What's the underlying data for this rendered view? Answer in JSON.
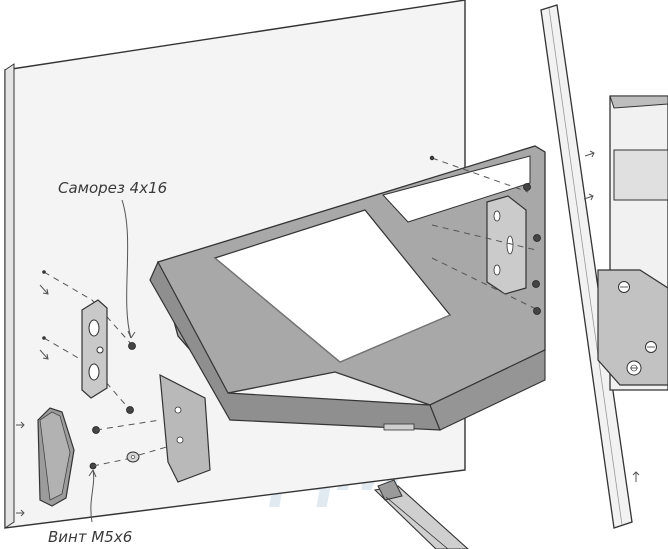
{
  "labels": {
    "screw_label": "Саморез 4х16",
    "bolt_label": "Винт М5х6"
  },
  "watermark": {
    "text": "MДM",
    "color": "#c9d9e6"
  },
  "colors": {
    "panel": "#f3f3f3",
    "frame": "#a9a9a9",
    "frame_dark": "#8e8e8e",
    "frame_light": "#bdbdbd",
    "bracket": "#c7c7c7",
    "outline": "#333333",
    "guide": "#555555"
  }
}
